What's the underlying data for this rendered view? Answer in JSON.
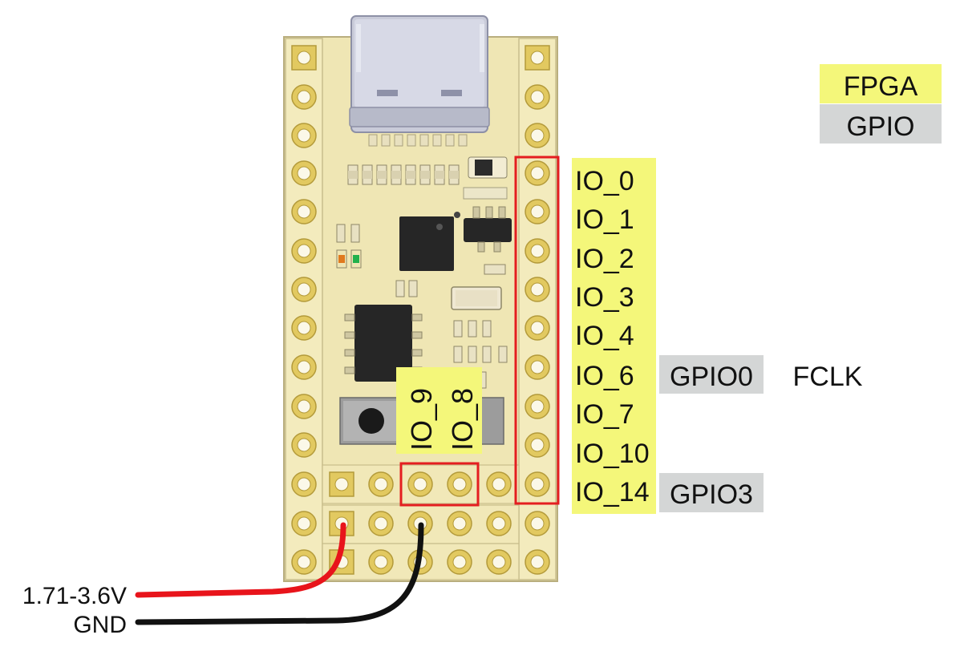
{
  "legend": [
    {
      "label": "FPGA",
      "color": "#f4f77a"
    },
    {
      "label": "GPIO",
      "color": "#d4d6d6"
    }
  ],
  "io_pins": [
    "IO_0",
    "IO_1",
    "IO_2",
    "IO_3",
    "IO_4",
    "IO_6",
    "IO_7",
    "IO_10",
    "IO_14"
  ],
  "gpio_labels": [
    {
      "pin": "IO_6",
      "label": "GPIO0"
    },
    {
      "pin": "IO_14",
      "label": "GPIO3"
    }
  ],
  "function_labels": [
    {
      "pin": "IO_6",
      "label": "FCLK"
    }
  ],
  "vertical_pins": [
    "IO_9",
    "IO_8"
  ],
  "wires": [
    {
      "label": "1.71-3.6V",
      "color": "#e8141b"
    },
    {
      "label": "GND",
      "color": "#111111"
    }
  ],
  "colors": {
    "board": "#efe6b4",
    "board_edge": "#b9ae7e",
    "pad": "#e2c960",
    "highlight_box": "#e41e20"
  }
}
